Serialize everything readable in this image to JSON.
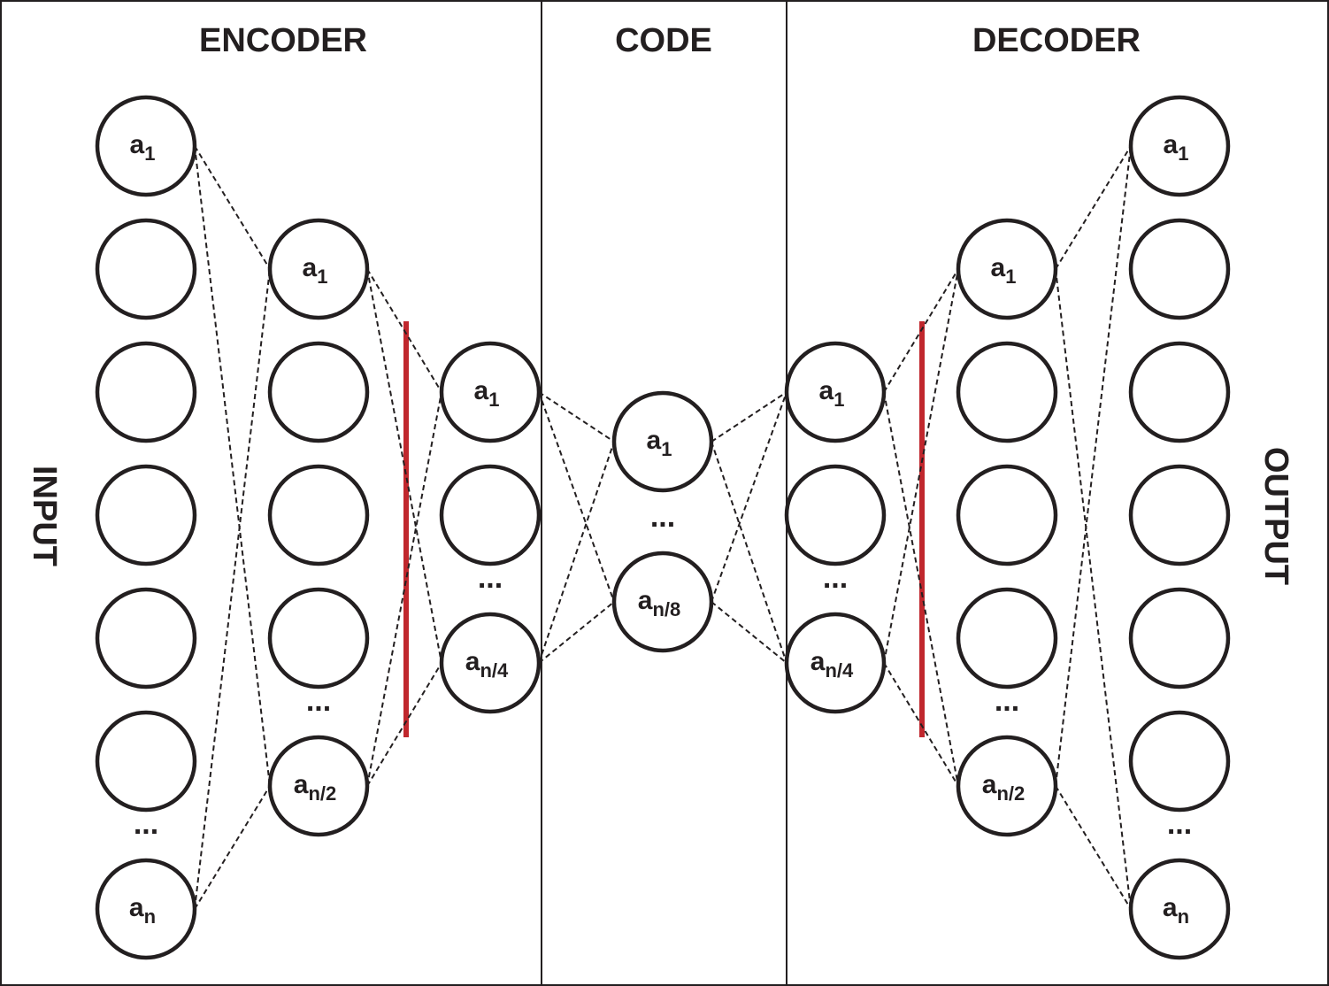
{
  "sections": {
    "encoder": "ENCODER",
    "code": "CODE",
    "decoder": "DECODER"
  },
  "side_labels": {
    "input": "INPUT",
    "output": "OUTPUT"
  },
  "ellipsis": "...",
  "colors": {
    "ink": "#231f20",
    "separator_bar": "#c0272d"
  },
  "node_text": {
    "a1": {
      "base": "a",
      "sub": "1"
    },
    "an": {
      "base": "a",
      "sub": "n"
    },
    "an2": {
      "base": "a",
      "sub": "n/2"
    },
    "an4": {
      "base": "a",
      "sub": "n/4"
    },
    "an8": {
      "base": "a",
      "sub": "n/8"
    }
  },
  "layers": [
    {
      "id": "enc-input",
      "nodes": [
        "a1",
        "",
        "",
        "",
        "",
        "",
        "an"
      ]
    },
    {
      "id": "enc-hidden-1",
      "nodes": [
        "a1",
        "",
        "",
        "",
        "an2"
      ]
    },
    {
      "id": "enc-hidden-2",
      "nodes": [
        "a1",
        "",
        "an4"
      ]
    },
    {
      "id": "code",
      "nodes": [
        "a1",
        "an8"
      ]
    },
    {
      "id": "dec-hidden-1",
      "nodes": [
        "a1",
        "",
        "an4"
      ]
    },
    {
      "id": "dec-hidden-2",
      "nodes": [
        "a1",
        "",
        "",
        "",
        "an2"
      ]
    },
    {
      "id": "dec-output",
      "nodes": [
        "a1",
        "",
        "",
        "",
        "",
        "",
        "an"
      ]
    }
  ]
}
